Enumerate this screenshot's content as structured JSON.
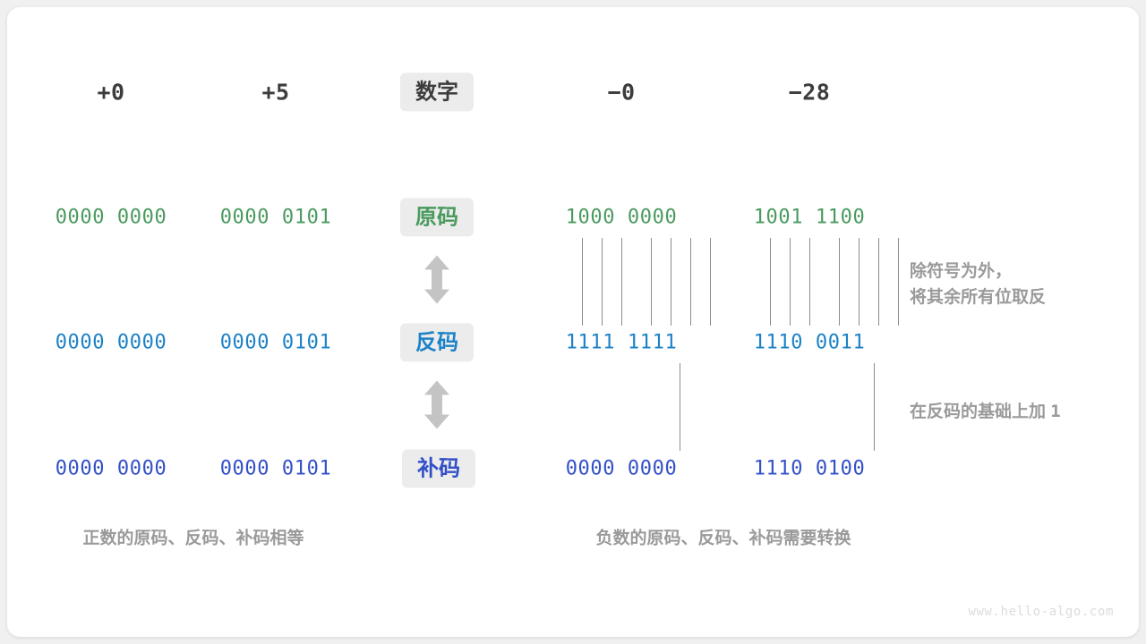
{
  "diagram": {
    "title_watermark": "www.hello-algo.com",
    "colors": {
      "card_bg": "#ffffff",
      "page_bg": "#f0f0f0",
      "header_text": "#3c3c3c",
      "chip_bg": "#ececec",
      "true_form": "#4a9a5e",
      "ones_complement": "#1c82c6",
      "twos_complement": "#3350c8",
      "note_gray": "#9a9a9a",
      "line_gray": "#8c8c8c",
      "arrow_gray": "#c4c4c4",
      "watermark": "#dcdcdc"
    },
    "row_labels": [
      {
        "id": "number",
        "text": "数字",
        "tone": "dark"
      },
      {
        "id": "true-form",
        "text": "原码",
        "tone": "green"
      },
      {
        "id": "ones-complement",
        "text": "反码",
        "tone": "blue"
      },
      {
        "id": "twos-complement",
        "text": "补码",
        "tone": "indigo"
      }
    ],
    "columns": [
      {
        "id": "pos-zero",
        "header": "+0",
        "true_form": "0000 0000",
        "ones_complement": "0000 0000",
        "twos_complement": "0000 0000"
      },
      {
        "id": "pos-five",
        "header": "+5",
        "true_form": "0000 0101",
        "ones_complement": "0000 0101",
        "twos_complement": "0000 0101"
      },
      {
        "id": "neg-zero",
        "header": "−0",
        "true_form": "1000 0000",
        "ones_complement": "1111 1111",
        "twos_complement": "0000 0000"
      },
      {
        "id": "neg-28",
        "header": "−28",
        "true_form": "1001 1100",
        "ones_complement": "1110 0011",
        "twos_complement": "1110 0100"
      }
    ],
    "annotations": {
      "invert_bits": "除符号为外，\n将其余所有位取反",
      "add_one_prefix": "在反码的基础上加 ",
      "add_one_value": "1"
    },
    "captions": {
      "positive": "正数的原码、反码、补码相等",
      "negative": "负数的原码、反码、补码需要转换"
    },
    "icons": {
      "double_arrow": "double-headed-vertical-arrow"
    }
  }
}
